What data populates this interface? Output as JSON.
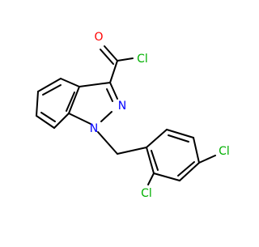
{
  "molecule": {
    "atom_labels": {
      "oxygen": "O",
      "acyl_chlorine": "Cl",
      "ring_nitrogen_2": "N",
      "ring_nitrogen_1": "N",
      "chlorine_ortho": "Cl",
      "chlorine_para": "Cl"
    },
    "colors": {
      "bond": "#000000",
      "oxygen": "#ff0000",
      "nitrogen": "#0000ff",
      "chlorine": "#00b000",
      "background": "#ffffff"
    }
  }
}
